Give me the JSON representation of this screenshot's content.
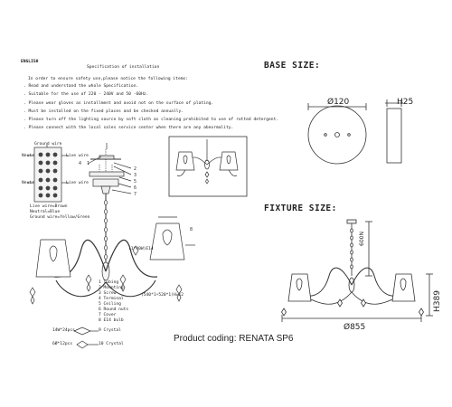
{
  "instructions": {
    "language": "ENGLISH",
    "heading": "Specification of installation",
    "lines": [
      "In order to ensure safety use,please notice the following items:",
      ". Read and understand the whole Specification.",
      ". Suitable for the use of 220 - 240V and 50 -60Hz.",
      ". Please wear gloves as installment and avoid not on the surface of plating.",
      ". Must be installed on the fixed places and be checked annually.",
      ". Please turn off the lighting source by soft cloth as cleaning prohibited to use of rotted detergent.",
      ". Please connect with the local sales service center when there are any abnormality."
    ]
  },
  "wiring": {
    "ground_wire": "Ground wire",
    "neutral_wire": "Neutral wire",
    "live_wire": "Live wire",
    "neutral_short": "Neutral",
    "live_short": "Live wire",
    "legend": [
      "Live wire=Brown",
      "Neutral=Blue",
      "Ground wire=Yellow/Green"
    ]
  },
  "callout_numbers": [
    "1",
    "2",
    "3",
    "4",
    "5",
    "6",
    "7",
    "8",
    "9",
    "10"
  ],
  "parts_list": [
    "1 Tubing",
    "2 Mounting",
    "3 Screw",
    "4 Terminal",
    "5 Ceiling",
    "6 Round nuts",
    "7 Cover",
    "8 E14 bulb",
    "9 Crystal",
    "10 Crystal"
  ],
  "part_specs": {
    "bulb": "(1*40W)E14",
    "arm": "(540*1+520*1)H=12",
    "crystal_9_size": "14W*24pcs",
    "crystal_10_size": "6Ø*12pcs"
  },
  "base_size": {
    "title": "BASE SIZE:",
    "diameter": "Ø120",
    "height": "H25"
  },
  "fixture_size": {
    "title": "FIXTURE SIZE:",
    "chain": "600N",
    "height": "H389",
    "diameter": "Ø855"
  },
  "product_coding": "Product coding: RENATA SP6"
}
